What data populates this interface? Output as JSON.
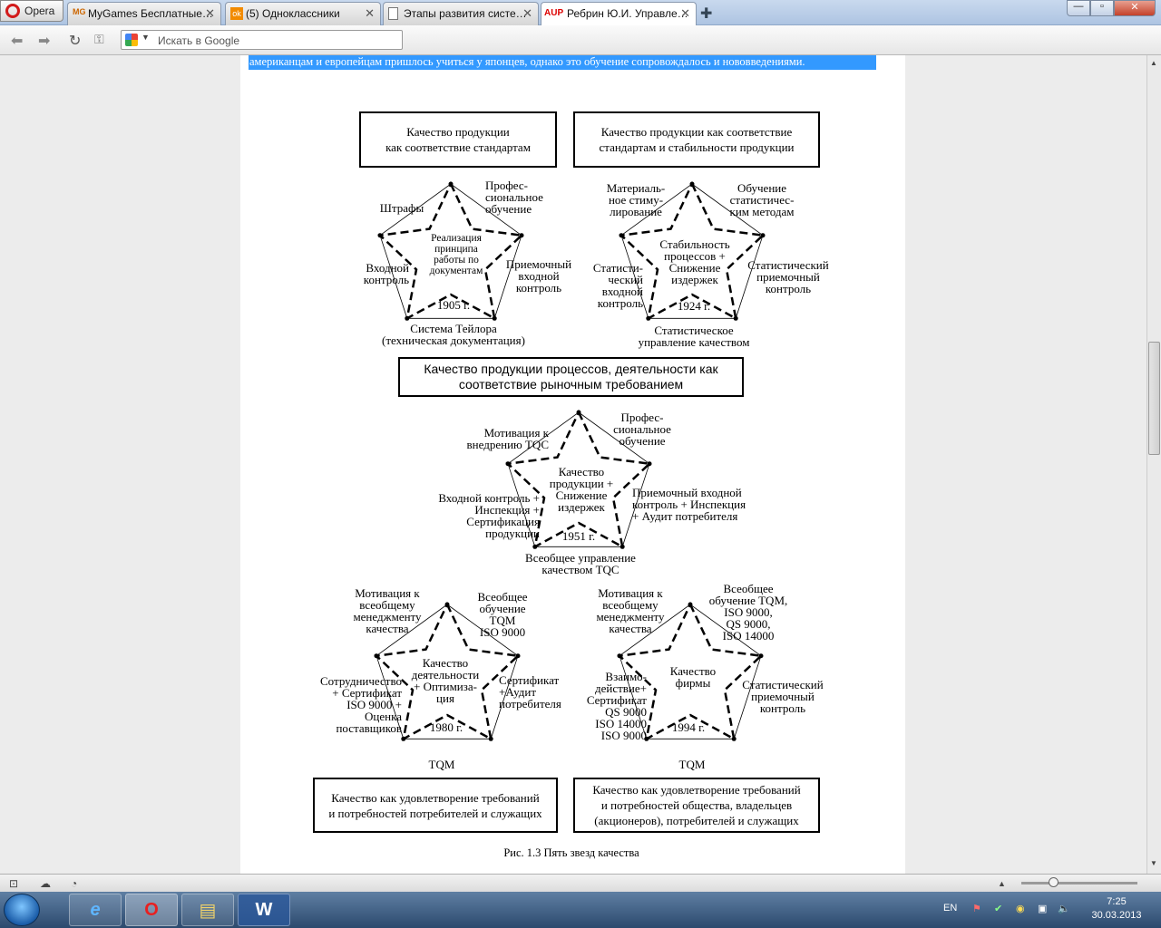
{
  "browser": {
    "menu_label": "Opera",
    "tabs": [
      {
        "label": "MyGames Бесплатные…",
        "active": false
      },
      {
        "label": "(5) Одноклассники",
        "active": false
      },
      {
        "label": "Этапы развития систе…",
        "active": false
      },
      {
        "label": "Ребрин Ю.И. Управле…",
        "active": true
      }
    ],
    "tab_favicons": [
      "MG",
      "ok",
      "",
      "AUP"
    ],
    "window_controls": [
      "—",
      "▫",
      "✕"
    ],
    "search_placeholder": "Искать в Google"
  },
  "page": {
    "highlight_text": "американцам и европейцам пришлось учиться у японцев, однако это обучение сопровождалось и нововведениями.",
    "caption": "Рис. 1.3 Пять звезд качества",
    "top_boxes": [
      "Качество продукции\nкак соответствие стандартам",
      "Качество продукции как соответствие\nстандартам и стабильности продукции"
    ],
    "mid_box": "Качество продукции процессов, деятельности как\nсоответствие рыночным требованием",
    "bottom_boxes": [
      "Качество как удовлетворение требований\nи потребностей потребителей и служащих",
      "Качество как удовлетворение требований\nи потребностей общества, владельцев\n(акционеров), потребителей и служащих"
    ],
    "stars": [
      {
        "center": "Реализация\nпринципа\nработы по\nдокументам",
        "year": "1905 г.",
        "top_left": "Штрафы",
        "top_right": "Профес-\nсиональное\nобучение",
        "left": "Входной\nконтроль",
        "right": "Приемочный\nвходной\nконтроль",
        "bottom": "Система Тейлора\n(техническая документация)"
      },
      {
        "center": "Стабильность\nпроцессов +\nСнижение\nиздержек",
        "year": "1924 г.",
        "top_left": "Материаль-\nное стиму-\nлирование",
        "top_right": "Обучение\nстатистичес-\nким методам",
        "left": "Статисти-\nческий\nвходной\nконтроль",
        "right": "Статистический\nприемочный\nконтроль",
        "bottom": "Статистическое\nуправление качеством"
      },
      {
        "center": "Качество\nпродукции +\nСнижение\nиздержек",
        "year": "1951 г.",
        "top_left": "Мотивация к\nвнедрению TQC",
        "top_right": "Профес-\nсиональное\nобучение",
        "left": "Входной контроль +\nИнспекция +\nСертификация\nпродукции",
        "right": "Приемочный входной\nконтроль + Инспекция\n+ Аудит потребителя",
        "bottom": "Всеобщее управление\nкачеством TQC"
      },
      {
        "center": "Качество\nдеятельности\n+ Оптимиза-\nция",
        "year": "1980 г.",
        "top_left": "Мотивация к\nвсеобщему\nменеджменту\nкачества",
        "top_right": "Всеобщее\nобучение\nTQM\nISO 9000",
        "left": "Сотрудничество\n+ Сертификат\nISO 9000 +\nОценка\nпоставщиков",
        "right": "Сертификат\n+Аудит\nпотребителя",
        "bottom": "TQM"
      },
      {
        "center": "Качество\nфирмы",
        "year": "1994 г.",
        "top_left": "Мотивация к\nвсеобщему\nменеджменту\nкачества",
        "top_right": "Всеобщее\nобучение TQM,\nISO 9000,\nQS 9000,\nISO 14000",
        "left": "Взаимо-\nдействие+\nСертификат\nQS 9000\nISO 14000\nISO 9000",
        "right": "Статистический\nприемочный\nконтроль",
        "bottom": "TQM"
      }
    ]
  },
  "taskbar": {
    "apps": [
      "e",
      "O",
      "▤",
      "W"
    ],
    "lang": "EN",
    "time": "7:25",
    "date": "30.03.2013"
  }
}
